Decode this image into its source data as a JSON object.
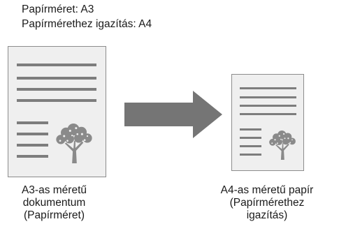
{
  "header": {
    "paper_size_line": "Papírméret: A3",
    "fit_to_paper_line": "Papírmérethez igazítás: A4"
  },
  "left_document": {
    "caption_lines": [
      "A3-as méretű",
      "dokumentum",
      "(Papírméret)"
    ]
  },
  "right_document": {
    "caption_lines": [
      "A4-as méretű papír",
      "(Papírmérethez",
      "igazítás)"
    ]
  },
  "arrow_icon": "right-arrow-icon",
  "tree_icon": "tree-icon",
  "colors": {
    "page_fill": "#efefef",
    "page_border": "#8c8c8c",
    "text_lines": "#7d7d7d",
    "arrow": "#757575",
    "tree": "#8a8a8a"
  }
}
